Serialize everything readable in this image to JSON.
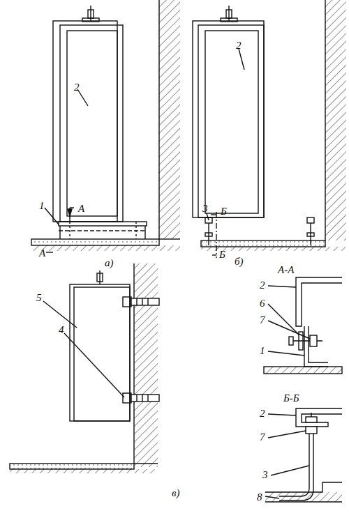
{
  "diagram": {
    "labels": [
      "2",
      "1",
      "А",
      "А",
      "а)",
      "2",
      "3",
      "Б",
      "Б",
      "б)",
      "5",
      "4",
      "в)",
      "А-А",
      "2",
      "6",
      "7",
      "1",
      "Б-Б",
      "2",
      "7",
      "3",
      "8"
    ]
  }
}
